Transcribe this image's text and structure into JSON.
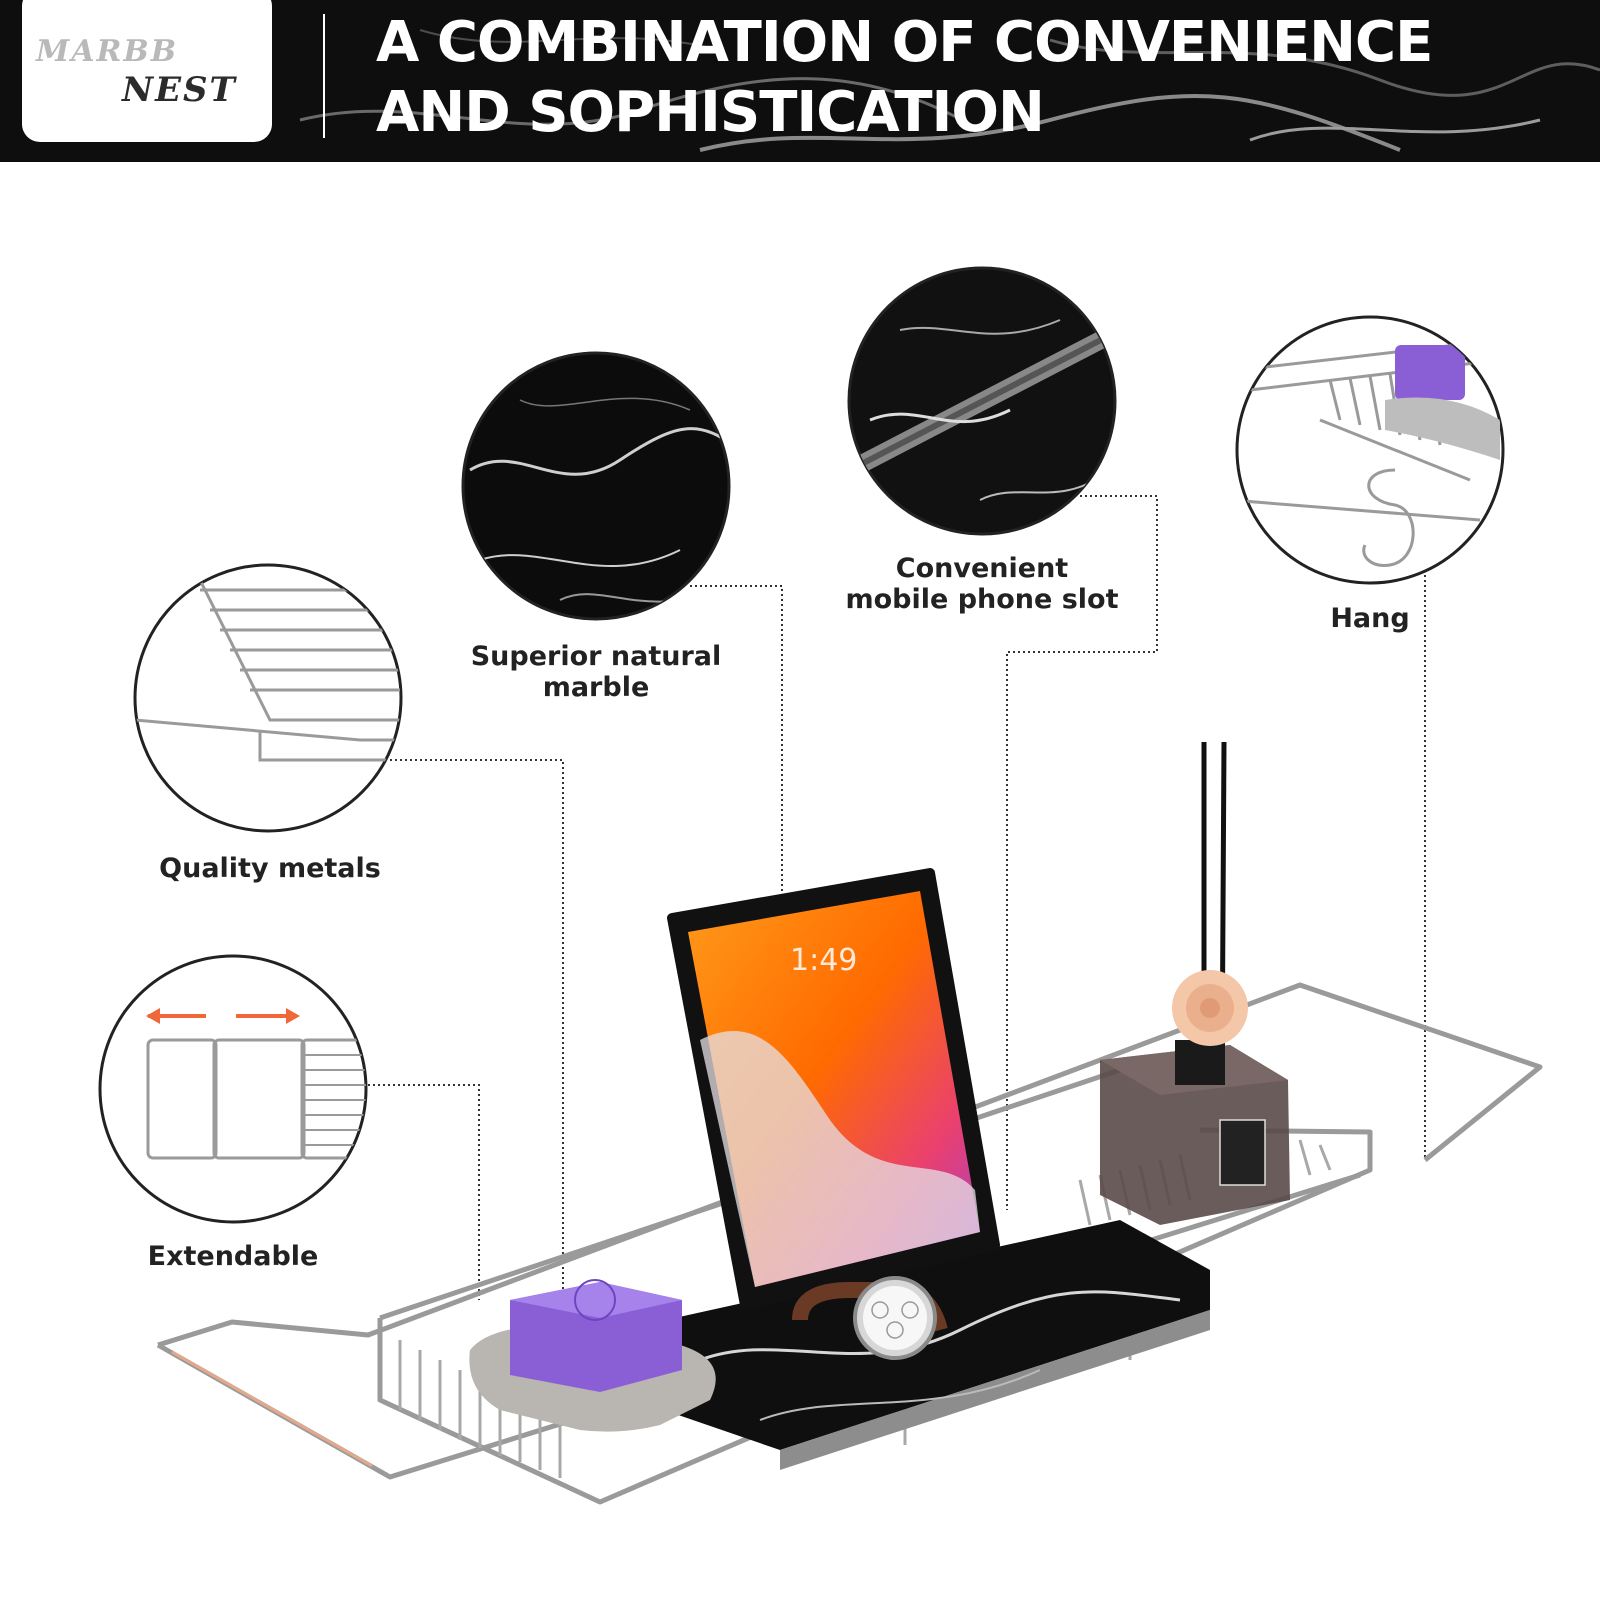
{
  "brand": {
    "line1": "MARBB",
    "line2": "NEST"
  },
  "headline": {
    "line1": "A COMBINATION OF CONVENIENCE",
    "line2": "AND SOPHISTICATION"
  },
  "features": {
    "marble": "Superior natural marble",
    "phone_slot": "Convenient mobile phone slot",
    "hang": "Hang",
    "metals": "Quality metals",
    "extendable": "Extendable"
  },
  "tablet_time": "1:49",
  "colors": {
    "header_bg": "#0e0e0e",
    "soap": "#8a5fd6",
    "arrow": "#f0683a",
    "marble_dark": "#111111",
    "chrome": "#9a9a9a"
  }
}
